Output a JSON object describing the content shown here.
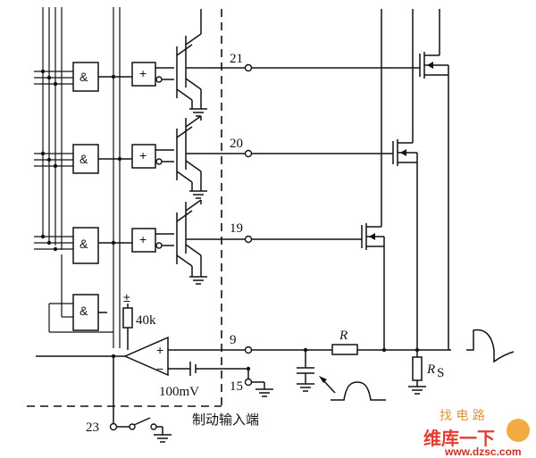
{
  "title": "",
  "terminals": {
    "t21": "21",
    "t20": "20",
    "t19": "19",
    "t9": "9",
    "t15": "15",
    "t23": "23"
  },
  "components": {
    "resistor_pullup": "40k",
    "voltage_ref": "100mV",
    "resistor_r": "R",
    "resistor_rs_main": "R",
    "resistor_rs_sub": "S",
    "and_gate_symbol": "&",
    "buffer_symbol": "+",
    "opamp_plus": "+",
    "opamp_minus": "−",
    "cap_plus": "±"
  },
  "labels": {
    "brake_input": "制动输入端"
  },
  "watermark": {
    "top_text": "找 电 路",
    "cn_text": "维库一下",
    "url": "www.dzsc.com"
  }
}
